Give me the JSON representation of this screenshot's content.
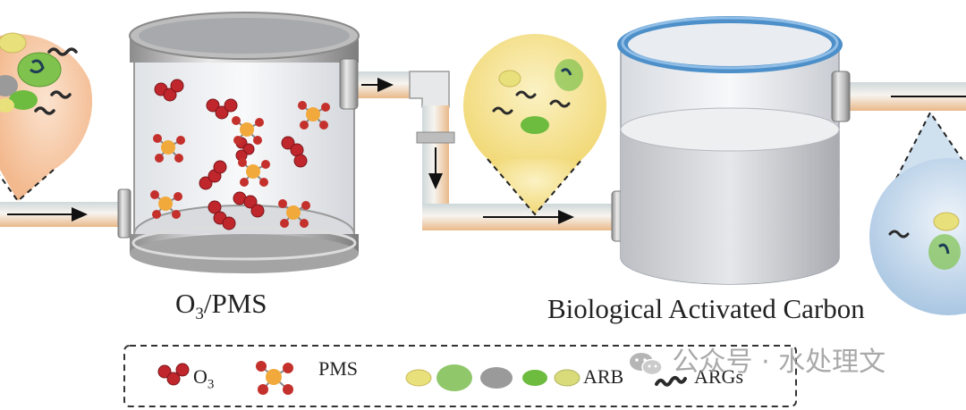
{
  "labels": {
    "stage1_main": "O",
    "stage1_sub": "3",
    "stage1_rest": "/PMS",
    "stage2": "Biological Activated Carbon"
  },
  "legend": {
    "o3_main": "O",
    "o3_sub": "3",
    "pms": "PMS",
    "arb": "ARB",
    "args": "ARGs"
  },
  "watermark": {
    "text": "公众号 · 水处理文"
  },
  "colors": {
    "ozone": "#c0272d",
    "pms_center": "#f2a93b",
    "pms_arm": "#c4302b",
    "bacteria_green": "#6dbb3f",
    "bacteria_yellow": "#e8e07a",
    "bacteria_gray": "#9a9a9a",
    "gene_dark": "#2b2b2b",
    "water": "#c9cbd0",
    "bubble_orange": "#f6c9a6",
    "bubble_yellow": "#f5e48d",
    "bubble_blue": "#bcd4ea"
  }
}
